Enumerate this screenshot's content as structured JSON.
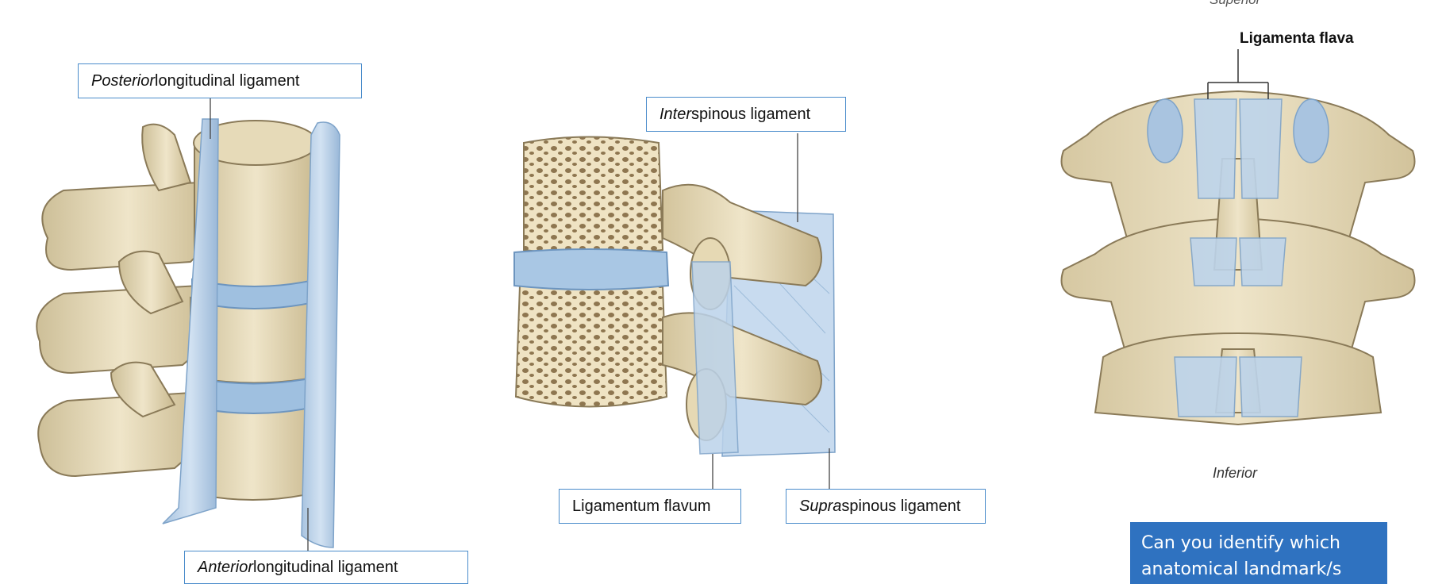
{
  "colors": {
    "bone": "#e8dcbc",
    "bone_shade": "#c9b98f",
    "bone_outline": "#8a7a58",
    "ligament": "#bcd3ea",
    "ligament_line": "#7ea3c9",
    "label_border": "#4a8ccb",
    "question_bg": "#2f72c0"
  },
  "left_panel": {
    "posterior_label": {
      "italic": "Posterior",
      "rest": " longitudinal ligament"
    },
    "anterior_label": {
      "italic": "Anterior",
      "rest": " longitudinal ligament"
    }
  },
  "middle_panel": {
    "interspinous_label": {
      "italic": "Inter",
      "rest": "spinous ligament"
    },
    "flavum_label": "Ligamentum flavum",
    "supraspinous_label": {
      "italic": "Supra",
      "rest": "spinous ligament"
    }
  },
  "right_panel": {
    "top_cut_label": "Superior",
    "flava_label": "Ligamenta flava",
    "inferior_label": "Inferior"
  },
  "question": {
    "line1": "Can you identify which",
    "line2": "anatomical landmark/s"
  }
}
